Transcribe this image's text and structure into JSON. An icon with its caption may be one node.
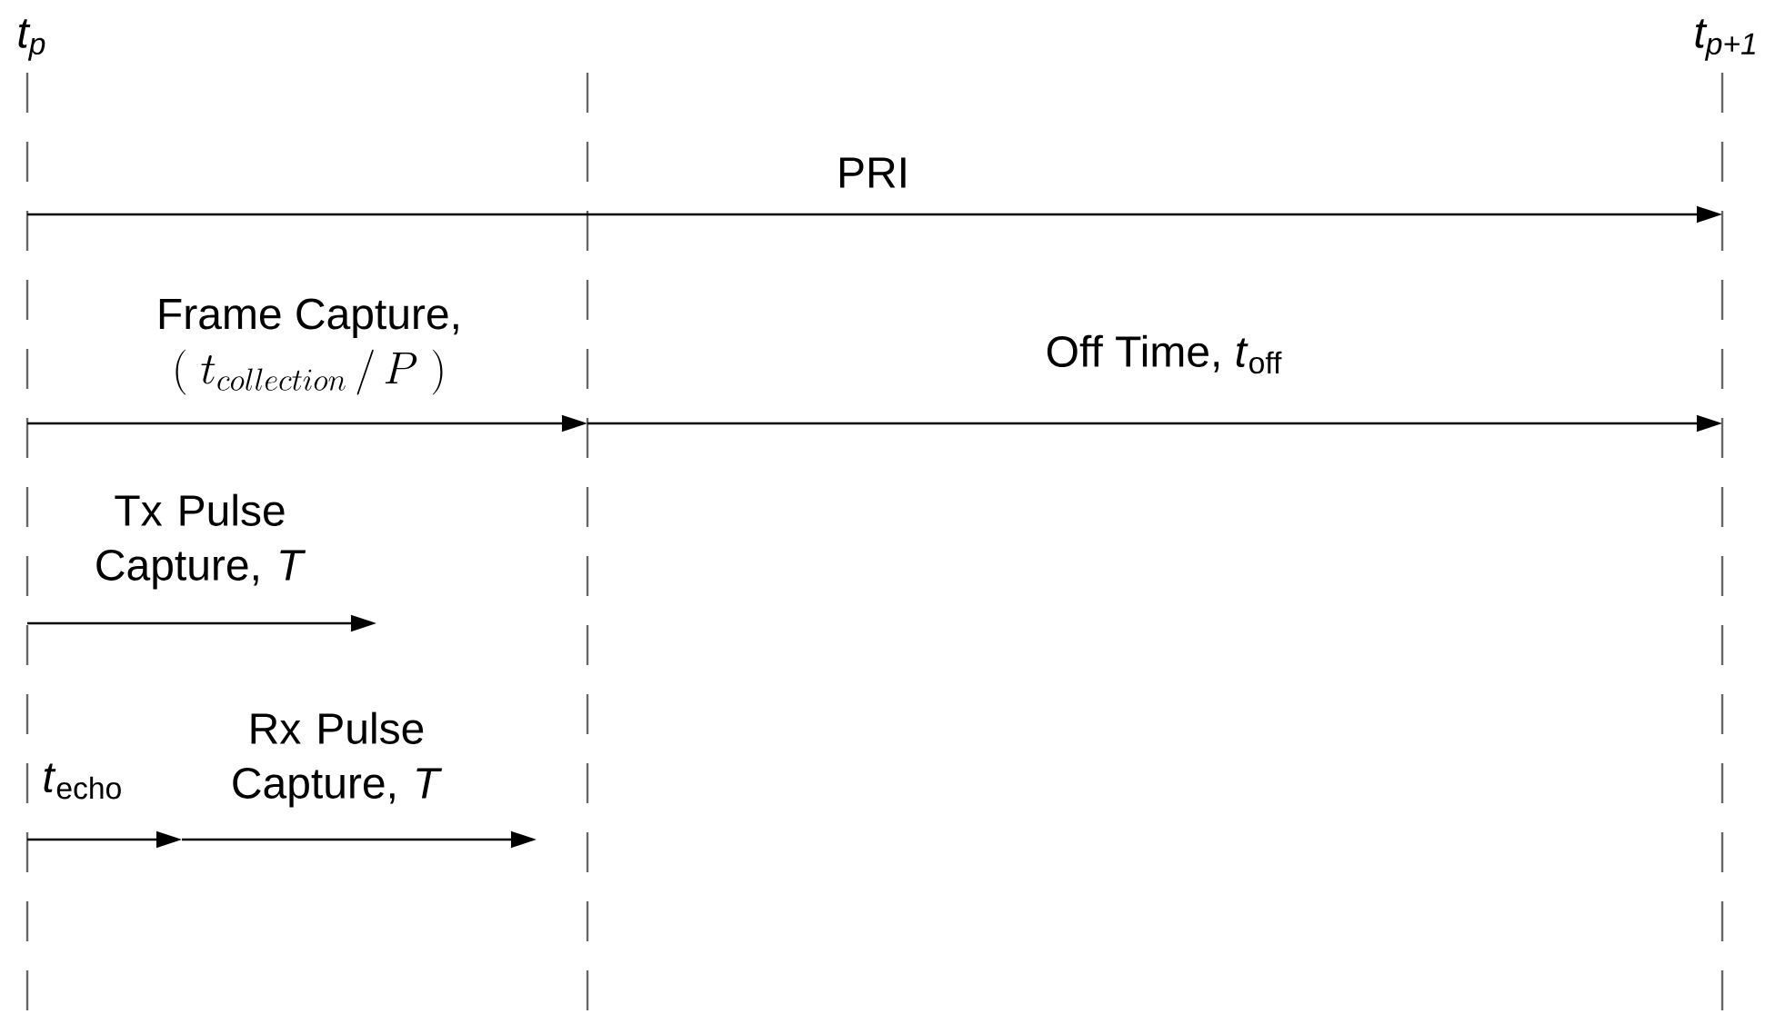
{
  "diagram": {
    "labels": [
      "t$_{p}$",
      "t$_{p+1}$",
      "PRI",
      "\\begin{array}{c}\\text{Frame Capture,}\\\\ (\\; t_{collection} \\,/\\, P \\;)\\end{array}",
      "Off Time, *t*$_{off}$",
      "Tx Pulse Capture, *T*",
      "*t*$_{echo}$",
      "Rx Pulse Capture, *T*"
    ]
  }
}
